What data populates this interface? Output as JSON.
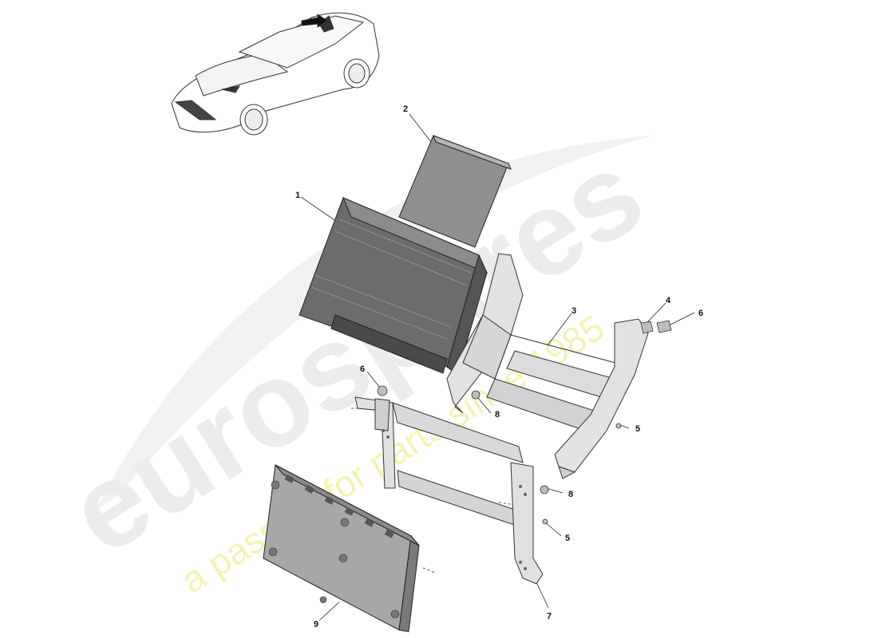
{
  "diagram": {
    "type": "exploded parts diagram",
    "callouts": [
      "1",
      "2",
      "3",
      "4",
      "5",
      "5",
      "6",
      "6",
      "7",
      "8",
      "8",
      "9"
    ]
  },
  "watermark": {
    "brand": "eurospares",
    "tagline": "a passion for parts since 1985",
    "brand_color": "#e6e6e6",
    "tagline_color": "#f3f1a6"
  },
  "colors": {
    "line": "#222222",
    "part_dark": "#6d6d6d",
    "part_mid": "#9a9a9a",
    "part_light": "#d6d6d6"
  }
}
